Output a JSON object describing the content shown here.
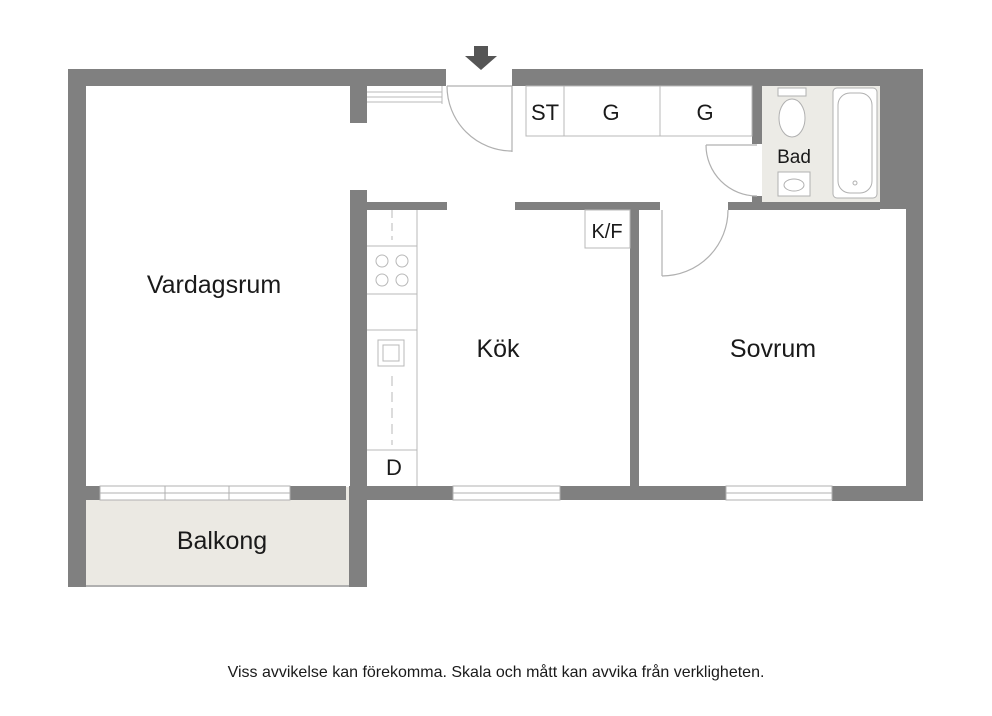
{
  "rooms": {
    "vardagsrum": "Vardagsrum",
    "kok": "Kök",
    "sovrum": "Sovrum",
    "balkong": "Balkong",
    "bad": "Bad"
  },
  "fixtures": {
    "st": "ST",
    "g1": "G",
    "g2": "G",
    "kf": "K/F",
    "d": "D"
  },
  "disclaimer": "Viss avvikelse kan förekomma. Skala och mått kan avvika från verkligheten.",
  "colors": {
    "wall": "#808080",
    "balcony_fill": "#ebe9e3",
    "bath_fill": "#ecebe6",
    "line": "#b8b8b8"
  }
}
